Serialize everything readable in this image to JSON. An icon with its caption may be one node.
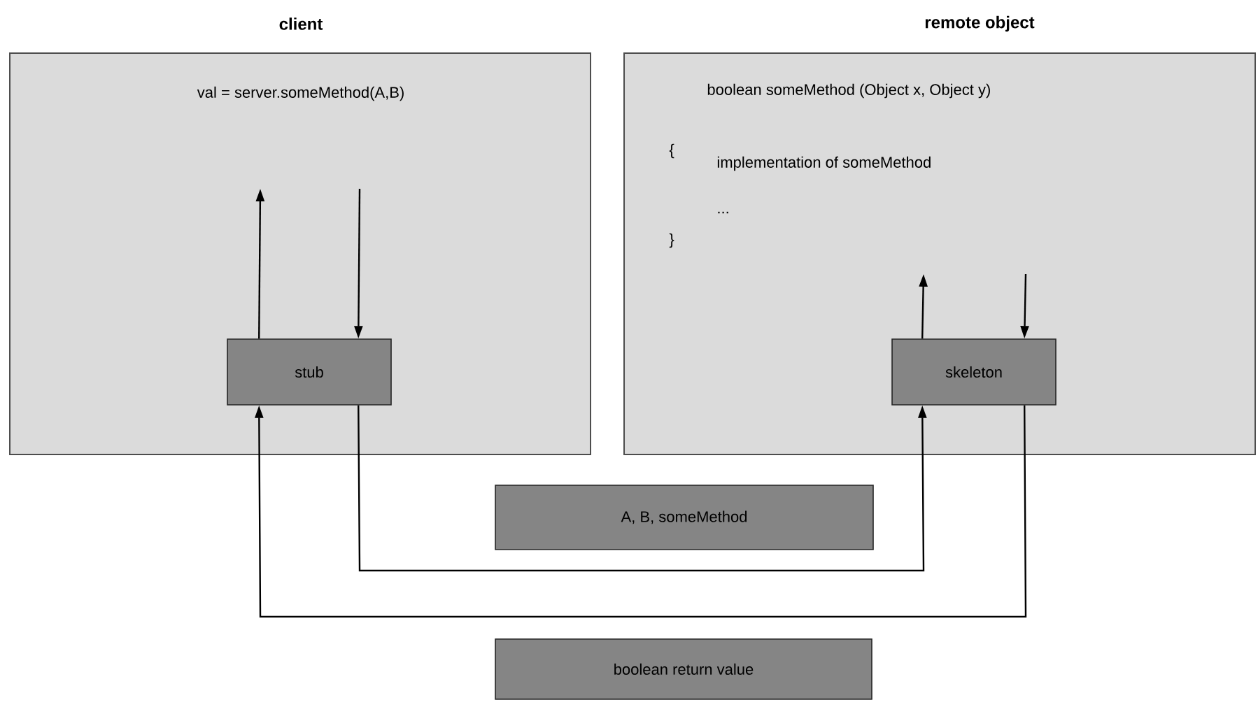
{
  "diagram": {
    "nodes": [
      {
        "text": [
          "client",
          "val = server.someMethod(A,B)"
        ]
      },
      {
        "text": [
          "remote object",
          "boolean someMethod (Object x, Object y)",
          "{",
          "implementation of someMethod",
          "...",
          "}"
        ]
      },
      {
        "text": [
          "stub"
        ],
        "in": 0
      },
      {
        "text": [
          "skeleton"
        ],
        "in": 1
      },
      {
        "text": [
          "A, B, someMethod"
        ]
      },
      {
        "text": [
          "boolean return value"
        ]
      }
    ],
    "edges": [
      {
        "from": 2,
        "to": null,
        "arrow": "to"
      },
      {
        "from": null,
        "to": 2,
        "arrow": "to"
      },
      {
        "from": 3,
        "to": null,
        "arrow": "to"
      },
      {
        "from": null,
        "to": 3,
        "arrow": "to"
      },
      {
        "from": 2,
        "to": 3,
        "arrow": "to"
      },
      {
        "from": 3,
        "to": 2,
        "arrow": "to"
      }
    ]
  }
}
